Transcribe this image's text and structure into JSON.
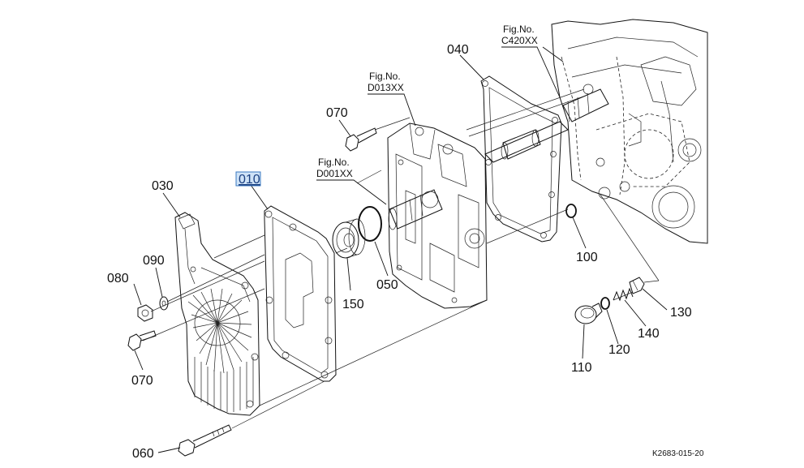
{
  "parts": {
    "p010": "010",
    "p030": "030",
    "p040": "040",
    "p050": "050",
    "p060": "060",
    "p070a": "070",
    "p070b": "070",
    "p080": "080",
    "p090": "090",
    "p100": "100",
    "p110": "110",
    "p120": "120",
    "p130": "130",
    "p140": "140",
    "p150": "150"
  },
  "figures": {
    "d013": {
      "caption": "Fig.No.",
      "number": "D013XX"
    },
    "d001": {
      "caption": "Fig.No.",
      "number": "D001XX"
    },
    "c420": {
      "caption": "Fig.No.",
      "number": "C420XX"
    }
  },
  "drawing_reference": "K2683-015-20",
  "selected_part": "010",
  "colors": {
    "highlight_fill": "#cfe3f7",
    "highlight_border": "#3a78c2",
    "line": "#111111"
  }
}
